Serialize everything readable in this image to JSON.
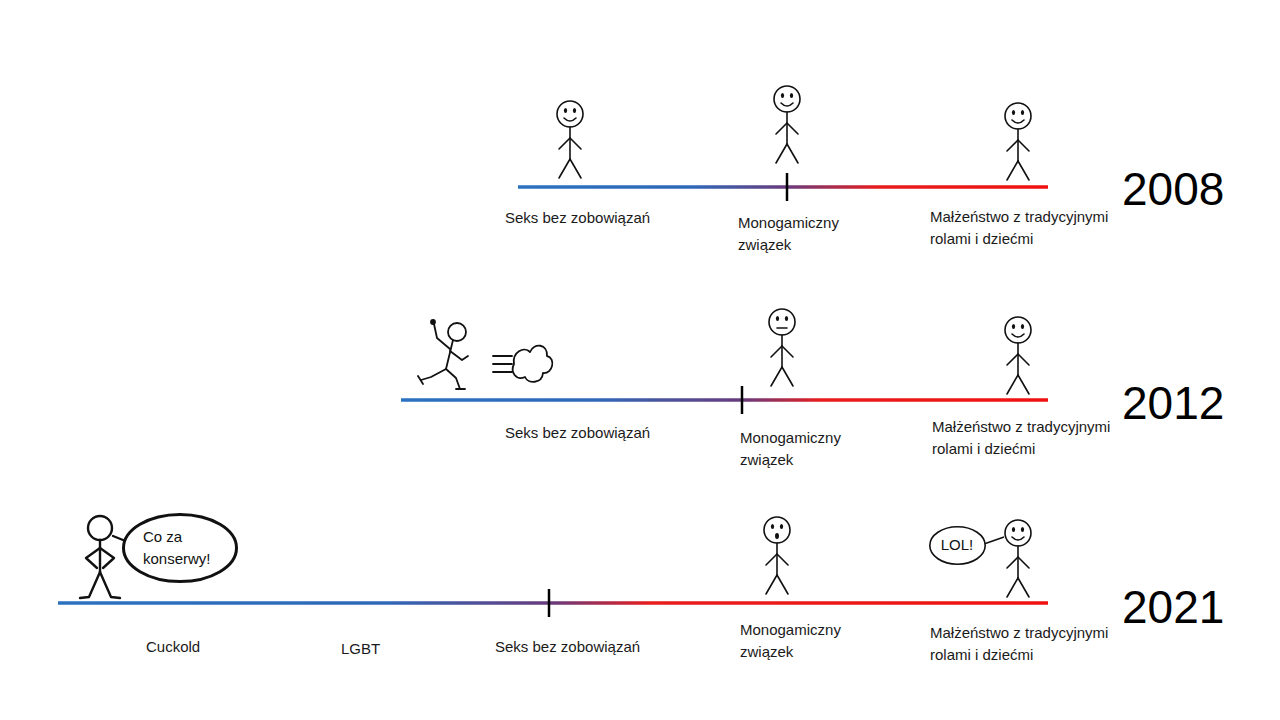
{
  "diagram": {
    "nodes": [
      {
        "text": [
          "Co za konserwy!"
        ]
      },
      {
        "text": [
          "LOL!"
        ]
      }
    ],
    "labels": [
      "Seks bez zobowiązań",
      "Monogamiczny związek",
      "Małżeństwo z tradycyjnymi rolami i dziećmi",
      "2008",
      "Seks bez zobowiązań",
      "Monogamiczny związek",
      "Małżeństwo z tradycyjnymi rolami i dziećmi",
      "2012",
      "Cuckold",
      "LGBT",
      "Seks bez zobowiązań",
      "Monogamiczny związek",
      "Małżeństwo z tradycyjnymi rolami i dziećmi",
      "2021"
    ]
  }
}
